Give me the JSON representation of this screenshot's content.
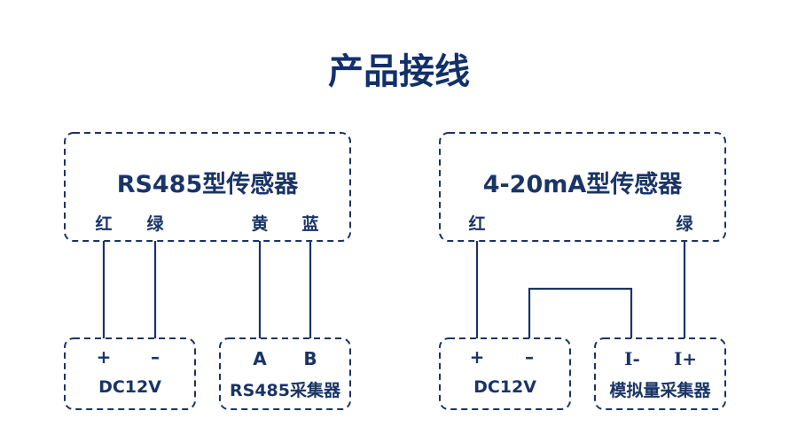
{
  "title": "产品接线",
  "left": {
    "sensor": "RS485型传感器",
    "wires": [
      "红",
      "绿",
      "黄",
      "蓝"
    ],
    "power": {
      "plus": "+",
      "minus": "–",
      "label": "DC12V"
    },
    "collector": {
      "a": "A",
      "b": "B",
      "label": "RS485采集器"
    }
  },
  "right": {
    "sensor": "4-20mA型传感器",
    "wires": [
      "红",
      "绿"
    ],
    "power": {
      "plus": "+",
      "minus": "–",
      "label": "DC12V"
    },
    "collector": {
      "iminus": "I-",
      "iplus": "I+",
      "label": "模拟量采集器"
    }
  },
  "colors": {
    "line": "#1a3467",
    "title": "#12306a"
  }
}
